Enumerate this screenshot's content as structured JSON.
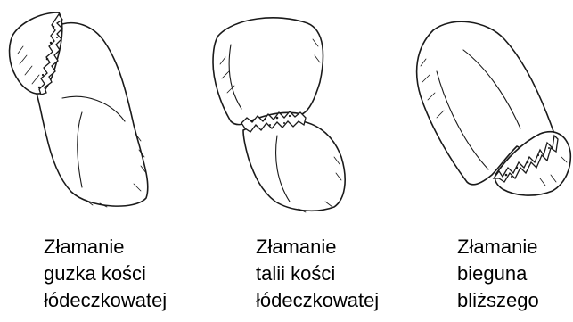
{
  "figure": {
    "panels": [
      {
        "id": "tubercle",
        "caption_lines": [
          "Złamanie",
          "guzka kości",
          "łódeczkowatej"
        ]
      },
      {
        "id": "waist",
        "caption_lines": [
          "Złamanie",
          "talii kości",
          "łódeczkowatej"
        ]
      },
      {
        "id": "proximal-pole",
        "caption_lines": [
          "Złamanie",
          "bieguna",
          "bliższego"
        ]
      }
    ],
    "colors": {
      "background": "#ffffff",
      "ink": "#1a1a1a",
      "text": "#000000"
    }
  }
}
